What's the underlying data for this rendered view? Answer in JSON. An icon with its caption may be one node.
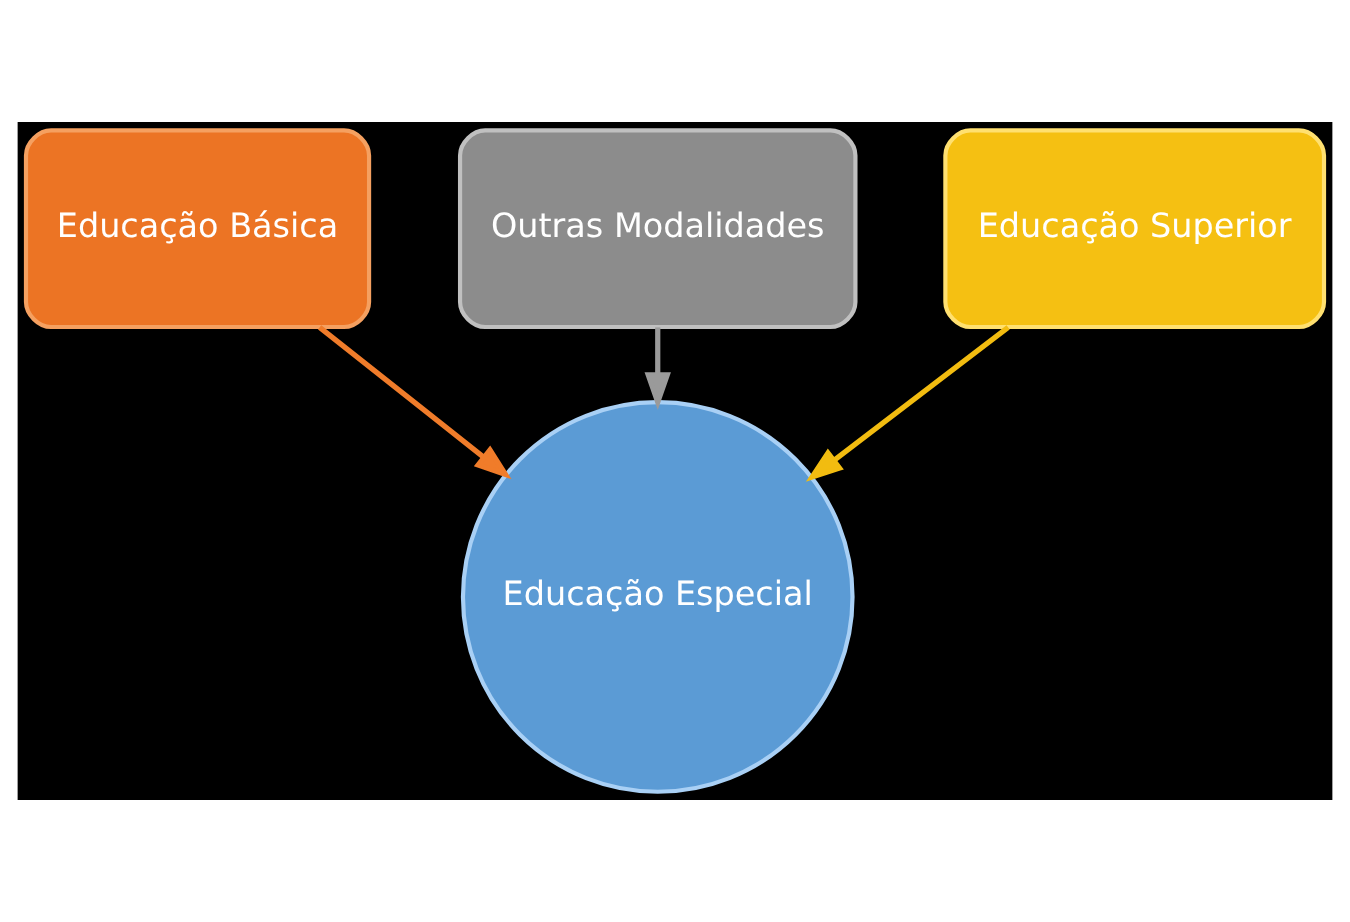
{
  "diagram": {
    "nodes": [
      {
        "text": [
          "Educação Básica"
        ]
      },
      {
        "text": [
          "Outras Modalidades"
        ]
      },
      {
        "text": [
          "Educação Superior"
        ]
      },
      {
        "text": [
          "Educação Especial"
        ]
      }
    ],
    "edges": [
      {
        "from": 0,
        "to": 3,
        "arrow": "to",
        "color": "#f07c2a"
      },
      {
        "from": 1,
        "to": 3,
        "arrow": "to",
        "color": "#9a9a9a"
      },
      {
        "from": 2,
        "to": 3,
        "arrow": "to",
        "color": "#f2bc10"
      }
    ]
  }
}
